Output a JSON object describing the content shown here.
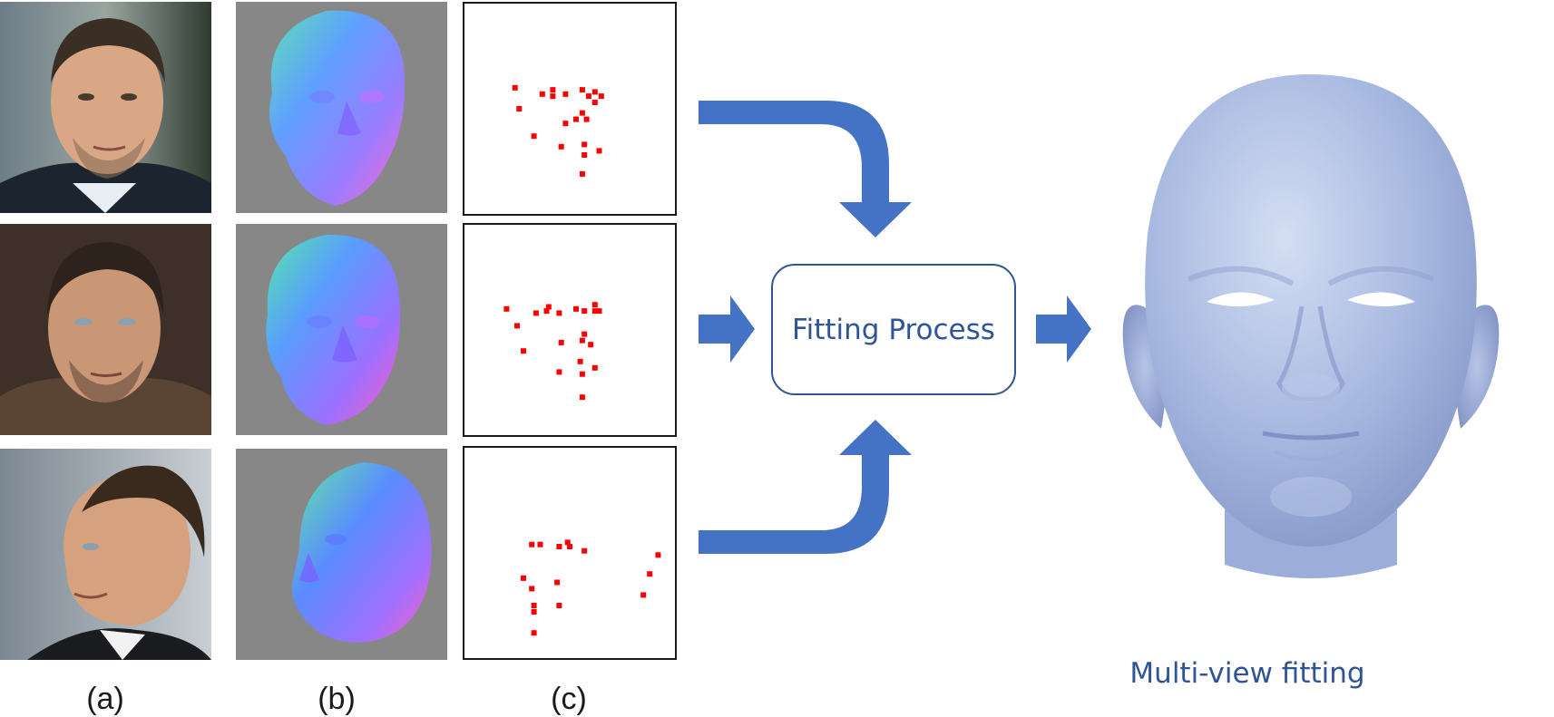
{
  "labels": {
    "a": "(a)",
    "b": "(b)",
    "c": "(c)"
  },
  "process": {
    "label": "Fitting Process"
  },
  "result": {
    "label": "Multi-view fitting"
  },
  "colors": {
    "arrow": "#4472c4",
    "process_border": "#2f5597",
    "text_blue": "#2f5597",
    "landmark": "#ff0000",
    "mesh": "#a7b8e0",
    "normal_bg": "#878787"
  },
  "landmark_views": [
    {
      "points": [
        [
          24,
          40
        ],
        [
          26,
          50
        ],
        [
          33,
          63
        ],
        [
          37,
          43
        ],
        [
          42,
          44
        ],
        [
          42,
          41
        ],
        [
          48,
          43
        ],
        [
          56,
          41
        ],
        [
          59,
          44
        ],
        [
          62,
          47
        ],
        [
          62,
          42
        ],
        [
          65,
          44
        ],
        [
          48,
          57
        ],
        [
          53,
          55
        ],
        [
          56,
          52
        ],
        [
          58,
          55
        ],
        [
          46,
          68
        ],
        [
          57,
          67
        ],
        [
          57,
          72
        ],
        [
          64,
          70
        ],
        [
          56,
          81
        ]
      ]
    },
    {
      "points": [
        [
          20,
          40
        ],
        [
          25,
          48
        ],
        [
          28,
          60
        ],
        [
          34,
          42
        ],
        [
          39,
          41
        ],
        [
          40,
          39
        ],
        [
          45,
          42
        ],
        [
          53,
          40
        ],
        [
          57,
          41
        ],
        [
          62,
          41
        ],
        [
          62,
          38
        ],
        [
          64,
          41
        ],
        [
          46,
          56
        ],
        [
          56,
          55
        ],
        [
          57,
          52
        ],
        [
          60,
          57
        ],
        [
          45,
          70
        ],
        [
          55,
          65
        ],
        [
          56,
          71
        ],
        [
          62,
          68
        ],
        [
          56,
          82
        ]
      ]
    },
    {
      "points": [
        [
          32,
          46
        ],
        [
          36,
          46
        ],
        [
          45,
          47
        ],
        [
          49,
          45
        ],
        [
          50,
          47
        ],
        [
          57,
          49
        ],
        [
          92,
          51
        ],
        [
          88,
          60
        ],
        [
          85,
          70
        ],
        [
          28,
          62
        ],
        [
          32,
          67
        ],
        [
          44,
          64
        ],
        [
          33,
          75
        ],
        [
          33,
          78
        ],
        [
          45,
          75
        ],
        [
          33,
          88
        ]
      ]
    }
  ]
}
